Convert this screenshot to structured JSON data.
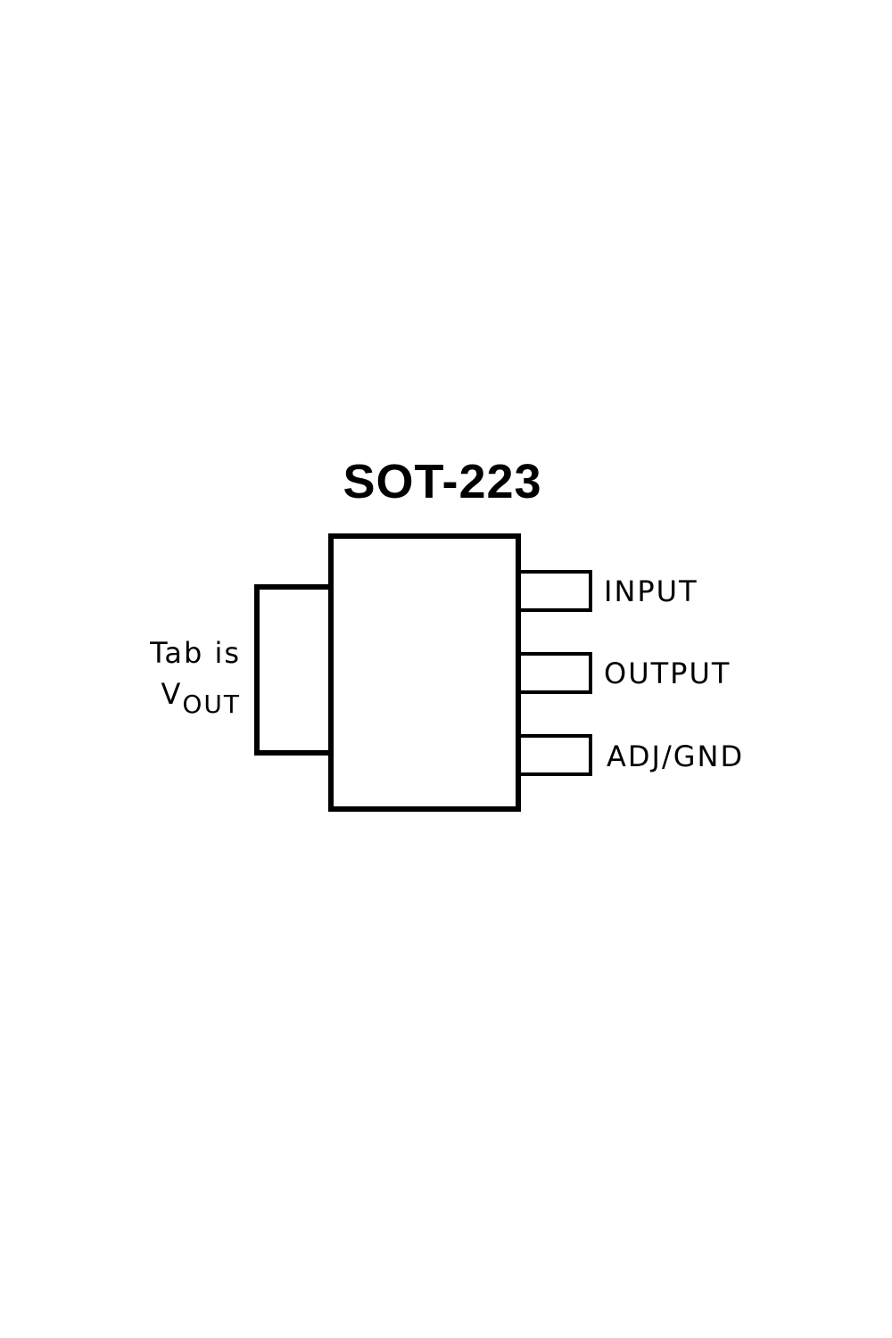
{
  "package": {
    "title": "SOT-223"
  },
  "tab_note": {
    "line1": "Tab is",
    "v_symbol": "V",
    "v_subscript": "OUT"
  },
  "pins": [
    {
      "label": "INPUT"
    },
    {
      "label": "OUTPUT"
    },
    {
      "label": "ADJ/GND"
    }
  ]
}
